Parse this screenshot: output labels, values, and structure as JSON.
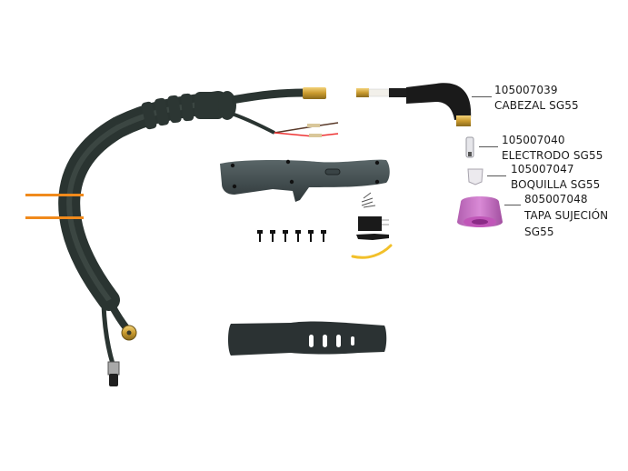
{
  "diagram": {
    "title": "SG55 plasma torch exploded parts view",
    "accent_color": "#f08a1c",
    "parts": [
      {
        "id": "cabezal",
        "code": "105007039",
        "name": "CABEZAL SG55"
      },
      {
        "id": "electrodo",
        "code": "105007040",
        "name": "ELECTRODO SG55"
      },
      {
        "id": "boquilla",
        "code": "105007047",
        "name": "BOQUILLA SG55"
      },
      {
        "id": "tapa",
        "code": "805007048",
        "name": "TAPA SUJECIÓN",
        "name_line2": "SG55"
      }
    ],
    "unlabeled_components": [
      "cable-hose-assembly",
      "handle-grip",
      "screws",
      "trigger-spring",
      "micro-switch",
      "switch-lever",
      "yellow-trigger-clip",
      "strain-relief-sleeve"
    ],
    "screw_count": 6
  }
}
